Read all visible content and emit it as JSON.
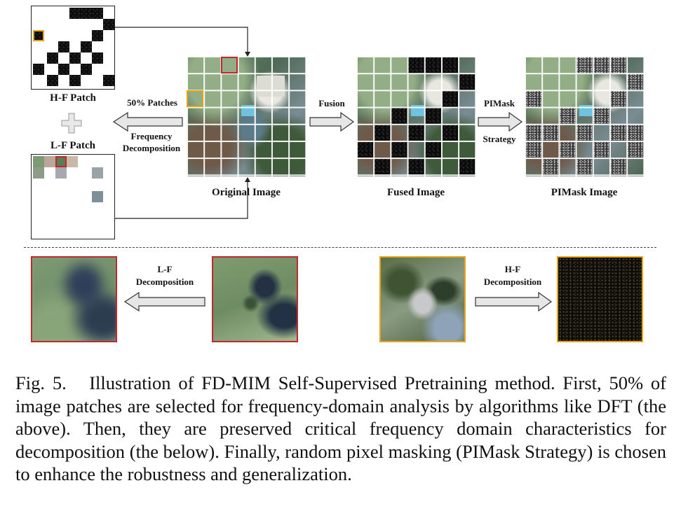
{
  "figure": {
    "labels": {
      "hf_patch": "H-F Patch",
      "lf_patch": "L-F Patch",
      "plus": "+",
      "patches_50": "50% Patches",
      "freq_decomp_1": "Frequency",
      "freq_decomp_2": "Decomposition",
      "fusion": "Fusion",
      "pimask_1": "PIMask",
      "pimask_2": "Strategy",
      "original_image": "Original Image",
      "fused_image": "Fused Image",
      "pimask_image": "PIMask Image",
      "lf_decomp_1": "L-F",
      "lf_decomp_2": "Decomposition",
      "hf_decomp_1": "H-F",
      "hf_decomp_2": "Decomposition"
    },
    "colors": {
      "red_highlight": "#c0282d",
      "yellow_highlight": "#e8a418",
      "arrow_fill": "#e6e6e6",
      "dashed_line": "#444444"
    }
  },
  "caption": {
    "prefix": "Fig. 5.",
    "text": "Illustration of FD-MIM Self-Supervised Pretraining method. First, 50% of image patches are selected for frequency-domain analysis by algorithms like DFT (the above). Then, they are preserved critical frequency domain characteristics for decomposition (the below). Finally, random pixel masking (PIMask Strategy) is chosen to enhance the robustness and generalization."
  }
}
